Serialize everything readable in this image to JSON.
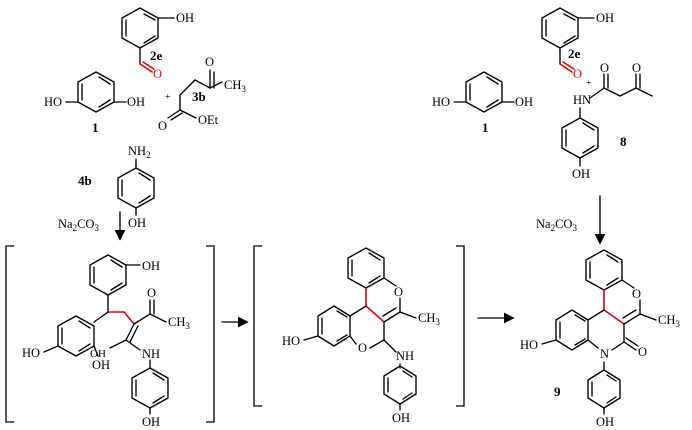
{
  "reagents": {
    "carbonyl": "O",
    "hydroxyl": "OH",
    "ho_left": "HO",
    "methyl": "CH",
    "methyl_sub": "3",
    "ester": "OEt",
    "amine": "NH",
    "amine_sub": "2",
    "imine_h": "HN",
    "nh": "NH",
    "ring_o": "O",
    "n_atom": "N",
    "plus": "+"
  },
  "labels": {
    "aldehyde": "2e",
    "resorcinol": "1",
    "ketoester": "3b",
    "aminophenol": "4b",
    "amide": "8",
    "product": "9"
  },
  "conditions": {
    "base": "Na",
    "base_sub1": "2",
    "base_mid": "CO",
    "base_sub2": "3"
  },
  "colors": {
    "highlight": "#e00000",
    "ink": "#000000"
  }
}
